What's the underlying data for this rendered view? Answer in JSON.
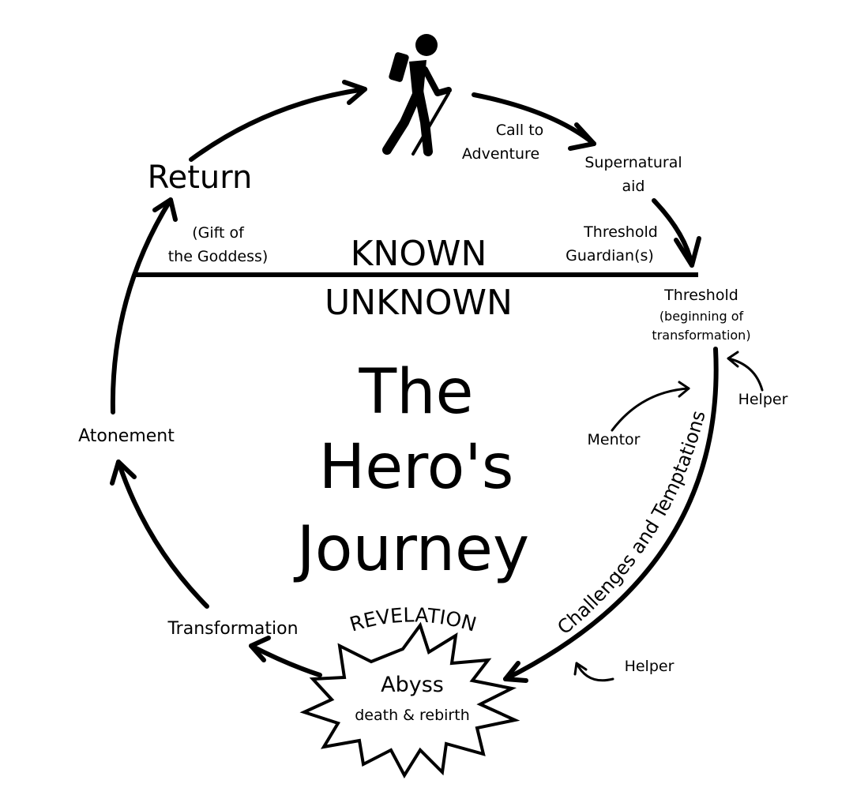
{
  "title": {
    "line1": "The",
    "line2": "Hero's",
    "line3": "Journey"
  },
  "divider": {
    "known": "KNOWN",
    "unknown": "UNKNOWN"
  },
  "stages": {
    "call_line1": "Call to",
    "call_line2": "Adventure",
    "aid_line1": "Supernatural",
    "aid_line2": "aid",
    "guardian_line1": "Threshold",
    "guardian_line2": "Guardian(s)",
    "threshold": "Threshold",
    "threshold_sub1": "(beginning of",
    "threshold_sub2": "transformation)",
    "helper_top": "Helper",
    "mentor": "Mentor",
    "challenges": "Challenges and Temptations",
    "helper_bottom": "Helper",
    "revelation": "REVELATION",
    "abyss": "Abyss",
    "abyss_sub": "death & rebirth",
    "transformation": "Transformation",
    "atonement": "Atonement",
    "return": "Return",
    "gift_line1": "(Gift of",
    "gift_line2": "the Goddess)"
  },
  "icons": {
    "hero": "hiker-icon",
    "abyss": "starburst-icon"
  }
}
